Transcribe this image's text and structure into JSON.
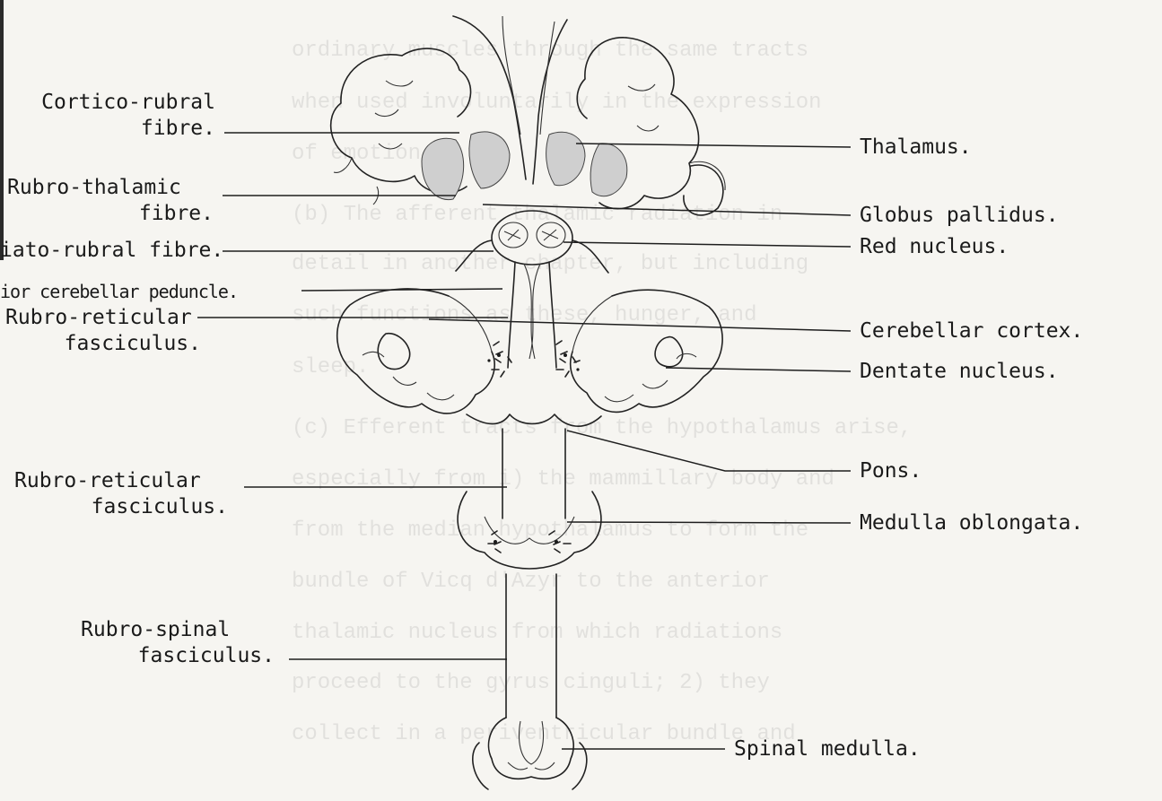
{
  "ghost_text": {
    "lines": [
      "ordinary muscles through the same tracts",
      "when used involuntarily in the expression",
      "of emotion.",
      "(b) The afferent thalamic radiation in",
      "detail in another chapter, but including",
      "such functions as these, hunger, and",
      "sleep.",
      "(c) Efferent tracts from the hypothalamus arise,",
      "especially from i) the mammillary body and",
      "from the median hypothalamus to form the",
      "bundle of Vicq d'Azyr to the anterior",
      "thalamic nucleus from which radiations",
      "proceed to the gyrus cinguli; 2) they",
      "collect in a periventricular bundle and"
    ]
  },
  "labels": {
    "left": [
      {
        "id": "cortico-rubral",
        "lines": [
          "Cortico-rubral",
          "fibre."
        ]
      },
      {
        "id": "rubro-thalamic",
        "lines": [
          "Rubro-thalamic",
          "fibre."
        ]
      },
      {
        "id": "striato-rubral",
        "lines": [
          "iato-rubral fibre."
        ]
      },
      {
        "id": "superior-cerebellar-peduncle",
        "lines": [
          "ior cerebellar peduncle."
        ]
      },
      {
        "id": "rubro-reticular-upper",
        "lines": [
          "Rubro-reticular",
          "fasciculus."
        ]
      },
      {
        "id": "rubro-reticular-lower",
        "lines": [
          "Rubro-reticular",
          "fasciculus."
        ]
      },
      {
        "id": "rubro-spinal",
        "lines": [
          "Rubro-spinal",
          "fasciculus."
        ]
      }
    ],
    "right": [
      {
        "id": "thalamus",
        "text": "Thalamus."
      },
      {
        "id": "globus-pallidus",
        "text": "Globus pallidus."
      },
      {
        "id": "red-nucleus",
        "text": "Red nucleus."
      },
      {
        "id": "cerebellar-cortex",
        "text": "Cerebellar cortex."
      },
      {
        "id": "dentate-nucleus",
        "text": "Dentate nucleus."
      },
      {
        "id": "pons",
        "text": "Pons."
      },
      {
        "id": "medulla-oblongata",
        "text": "Medulla oblongata."
      },
      {
        "id": "spinal-medulla",
        "text": "Spinal medulla."
      }
    ]
  }
}
